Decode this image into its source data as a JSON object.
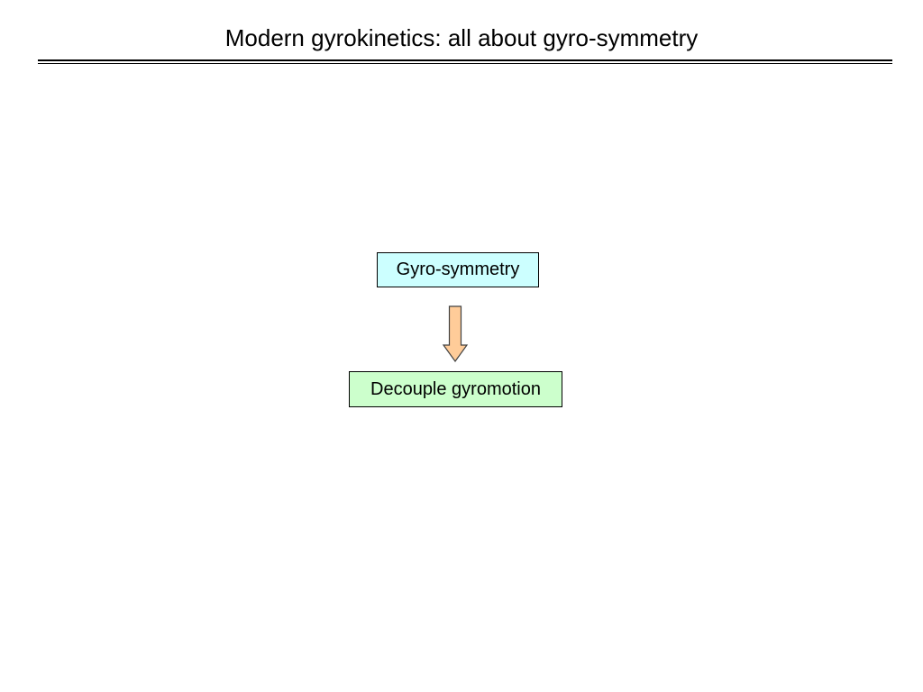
{
  "slide": {
    "title": "Modern gyrokinetics: all about gyro-symmetry"
  },
  "diagram": {
    "nodes": [
      {
        "label": "Gyro-symmetry",
        "fill": "#ccffff"
      },
      {
        "label": "Decouple gyromotion",
        "fill": "#ccffcc"
      }
    ],
    "arrow": {
      "from": "Gyro-symmetry",
      "to": "Decouple gyromotion",
      "fill": "#ffcc99",
      "stroke": "#404040",
      "icon": "down-arrow-icon"
    }
  }
}
